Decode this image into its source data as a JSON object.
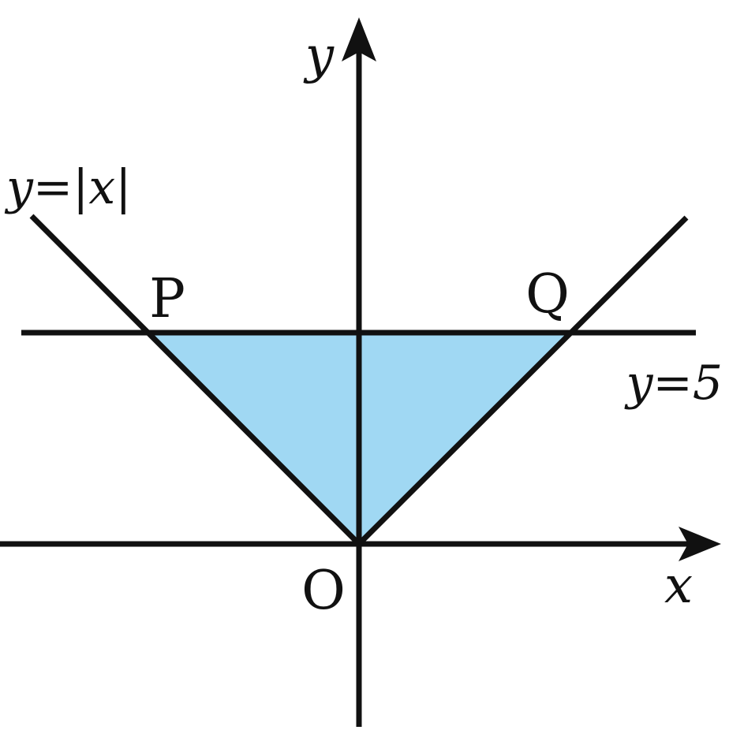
{
  "labels": {
    "y_axis": "y",
    "x_axis": "x",
    "origin": "O",
    "point_p": "P",
    "point_q": "Q",
    "curve_abs": "y=|x|",
    "line_y5": "y=5"
  },
  "colors": {
    "stroke": "#111111",
    "fill": "#a0d8f3",
    "background": "#ffffff"
  }
}
